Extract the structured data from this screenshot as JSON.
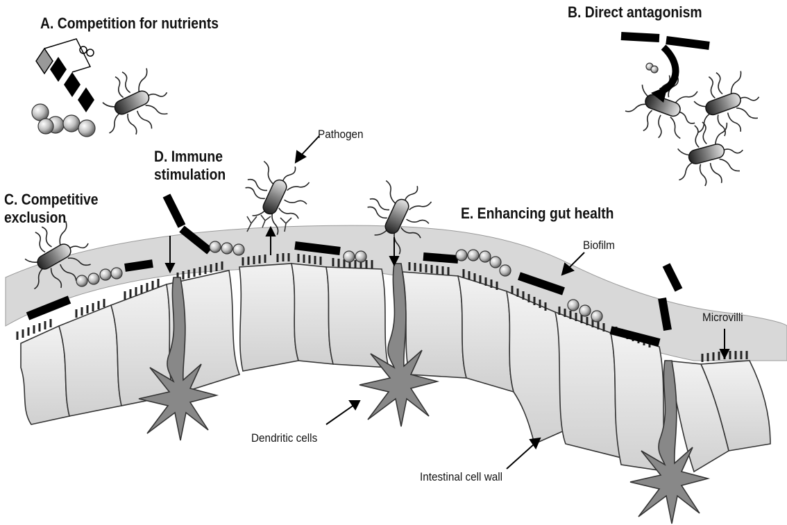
{
  "headings": {
    "a": "A. Competition for nutrients",
    "b": "B. Direct antagonism",
    "c_line1": "C. Competitive",
    "c_line2": "exclusion",
    "d_line1": "D. Immune",
    "d_line2": "stimulation",
    "e": "E. Enhancing gut health"
  },
  "labels": {
    "pathogen": "Pathogen",
    "biofilm": "Biofilm",
    "microvilli": "Microvilli",
    "dendritic_cells": "Dendritic cells",
    "intestinal_cell_wall": "Intestinal cell wall"
  }
}
